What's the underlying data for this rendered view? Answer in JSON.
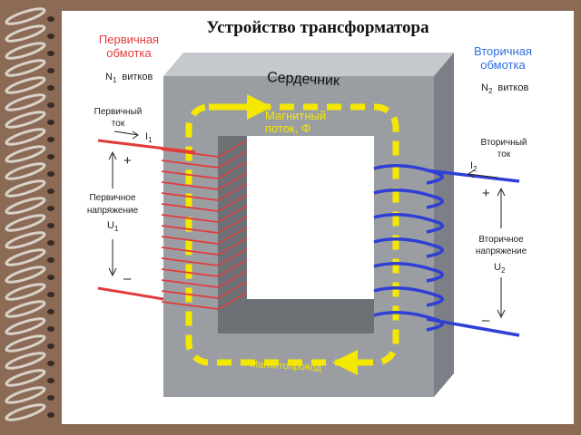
{
  "title": "Устройство трансформатора",
  "core_label": "Сердечник",
  "primary": {
    "winding_title_1": "Первичная",
    "winding_title_2": "обмотка",
    "turns_symbol": "N",
    "turns_sub": "1",
    "turns_word": "витков",
    "current_line1": "Первичный",
    "current_line2": "ток",
    "current_symbol": "I",
    "current_sub": "1",
    "plus": "+",
    "minus": "–",
    "voltage_line1": "Первичное",
    "voltage_line2": "напряжение",
    "voltage_symbol": "U",
    "voltage_sub": "1"
  },
  "secondary": {
    "winding_title_1": "Вторичная",
    "winding_title_2": "обмотка",
    "turns_symbol": "N",
    "turns_sub": "2",
    "turns_word": "витков",
    "current_line1": "Вторичный",
    "current_line2": "ток",
    "current_symbol": "I",
    "current_sub": "2",
    "plus": "+",
    "minus": "–",
    "voltage_line1": "Вторичное",
    "voltage_line2": "напряжение",
    "voltage_symbol": "U",
    "voltage_sub": "2"
  },
  "flux": {
    "line1": "Магнитный",
    "line2": "поток, Φ"
  },
  "magnetic_circuit": "Магнитопровод",
  "colors": {
    "primary": "#e23b3b",
    "secondary": "#2f3fd6",
    "flux": "#f5e800",
    "core": "#9a9ea3"
  }
}
